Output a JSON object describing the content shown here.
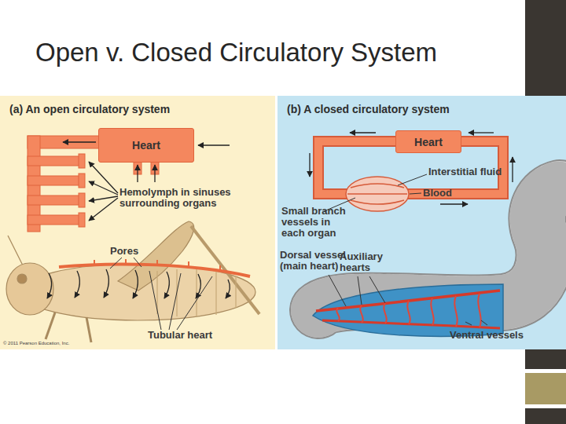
{
  "diagram": {
    "title": "Open v. Closed Circulatory System",
    "nodes": [
      {
        "text": [
          "(a) An open circulatory system"
        ]
      },
      {
        "text": [
          "Heart"
        ],
        "in": 0
      },
      {
        "text": [
          "(b) A closed circulatory system"
        ]
      },
      {
        "text": [
          "Heart"
        ],
        "in": 2
      }
    ],
    "labels": [
      "Hemolymph in sinuses surrounding organs",
      "Pores",
      "Tubular heart",
      "Interstitial fluid",
      "Blood",
      "Small branch vessels in each organ",
      "Dorsal vessel (main heart)",
      "Auxiliary hearts",
      "Ventral vessels",
      "© 2011 Pearson Education, Inc."
    ]
  }
}
